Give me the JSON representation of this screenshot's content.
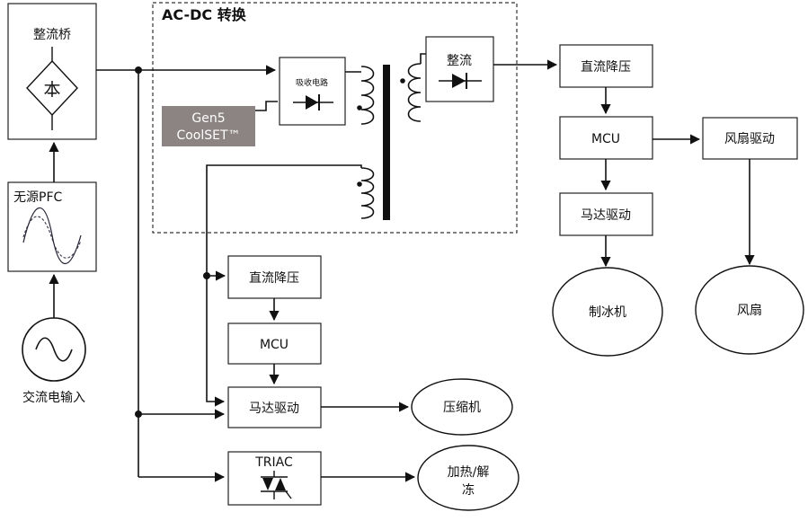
{
  "title": "AC-DC 转换",
  "blocks": {
    "rectifier_bridge": "整流桥",
    "bridge_symbol": "本",
    "passive_pfc": "无源PFC",
    "ac_input": "交流电输入",
    "absorber": "吸收电路",
    "coolset_line1": "Gen5",
    "coolset_line2": "CoolSET™",
    "rectify": "整流",
    "buck_left": "直流降压",
    "mcu_left": "MCU",
    "motor_drive_left": "马达驱动",
    "compressor": "压缩机",
    "triac": "TRIAC",
    "heat_defrost_line1": "加热/解",
    "heat_defrost_line2": "冻",
    "buck_right": "直流降压",
    "mcu_right": "MCU",
    "fan_drive": "风扇驱动",
    "motor_drive_right": "马达驱动",
    "ice_maker": "制冰机",
    "fan": "风扇"
  }
}
